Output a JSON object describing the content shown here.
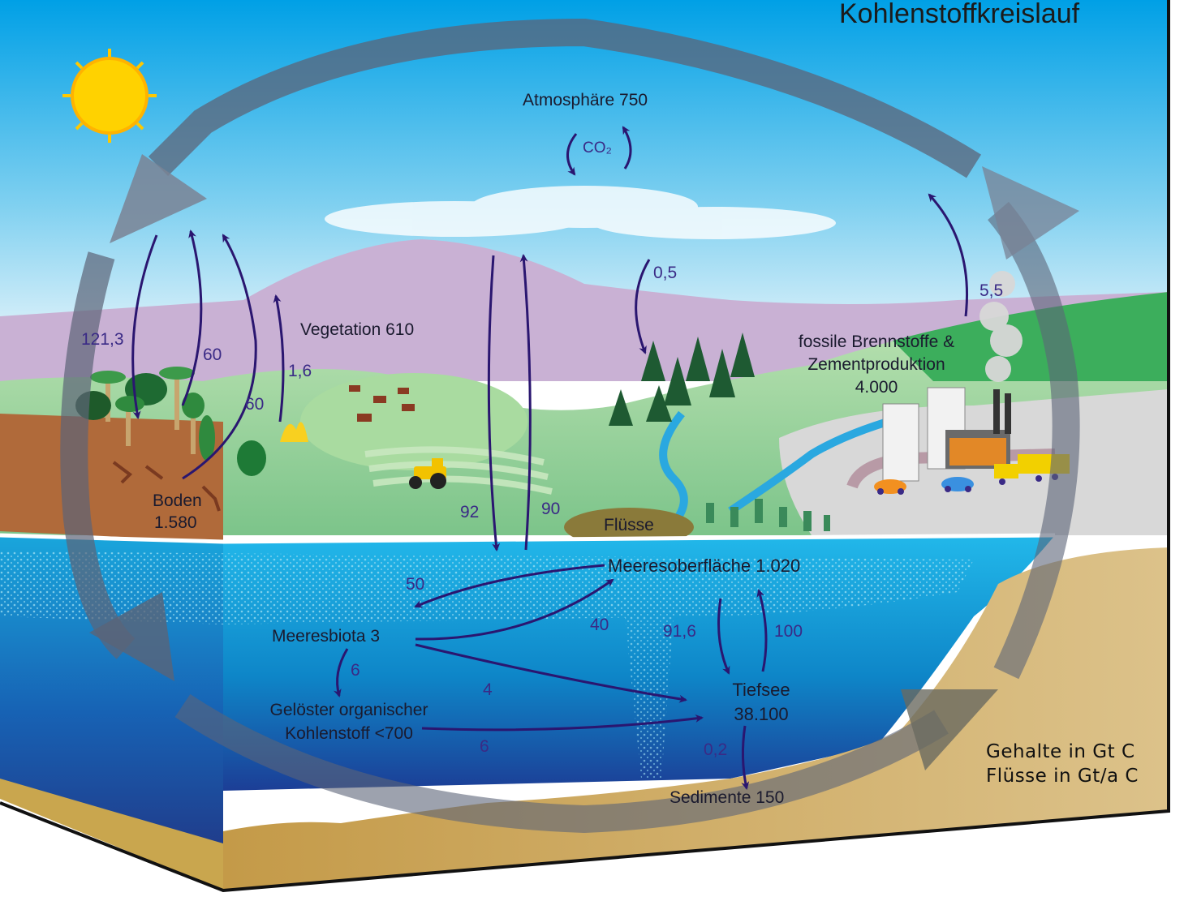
{
  "title": "Kohlenstoffkreislauf",
  "reservoirs": {
    "atmosphere": "Atmosphäre 750",
    "co2": "CO₂",
    "vegetation": "Vegetation 610",
    "soil_name": "Boden",
    "soil_value": "1.580",
    "fossil_line1": "fossile Brennstoffe &",
    "fossil_line2": "Zementproduktion",
    "fossil_value": "4.000",
    "rivers": "Flüsse",
    "ocean_surface": "Meeresoberfläche 1.020",
    "marine_biota": "Meeresbiota 3",
    "doc_line1": "Gelöster organischer",
    "doc_line2": "Kohlenstoff <700",
    "deep_sea_name": "Tiefsee",
    "deep_sea_value": "38.100",
    "sediments": "Sedimente 150"
  },
  "fluxes": {
    "photosynthesis_land": "121,3",
    "plant_respiration": "60",
    "soil_respiration": "60",
    "land_use": "1,6",
    "ocean_uptake": "92",
    "ocean_release": "90",
    "forest_uptake": "0,5",
    "fossil_emissions": "5,5",
    "surface_to_biota": "50",
    "biota_to_surface": "40",
    "biota_to_doc": "6",
    "biota_to_deep": "4",
    "doc_to_deep": "6",
    "surface_to_deep": "91,6",
    "deep_to_surface": "100",
    "deep_to_sediment": "0,2"
  },
  "legend": {
    "line1": "Gehalte in Gt C",
    "line2": "Flüsse in Gt/a C"
  },
  "colors": {
    "sky_top": "#00a0e6",
    "mountain": "#c6aed2",
    "ocean": "#18b4e6",
    "deep_ocean": "#1e4aa0",
    "arrow": "#2a1670",
    "cycle_arrow": "#5c6478",
    "soil": "#b06a3a",
    "sand": "#d8c08a"
  }
}
